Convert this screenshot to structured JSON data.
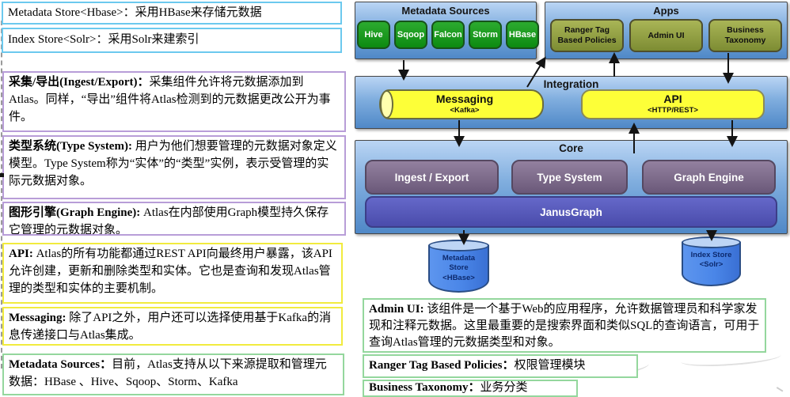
{
  "notes": [
    {
      "id": "metadata-store",
      "lead": "",
      "body": "Metadata Store<Hbase>：采用HBase来存储元数据"
    },
    {
      "id": "index-store",
      "lead": "",
      "body": "Index Store<Solr>：采用Solr来建索引"
    },
    {
      "id": "ingest-export",
      "lead": "采集/导出(Ingest/Export)：",
      "body": "采集组件允许将元数据添加到Atlas。同样，“导出”组件将Atlas检测到的元数据更改公开为事件。"
    },
    {
      "id": "type-system",
      "lead": "类型系统(Type System): ",
      "body": "用户为他们想要管理的元数据对象定义模型。Type System称为“实体”的“类型”实例，表示受管理的实际元数据对象。"
    },
    {
      "id": "graph-engine",
      "lead": "图形引擎(Graph Engine): ",
      "body": "Atlas在内部使用Graph模型持久保存它管理的元数据对象。"
    },
    {
      "id": "api",
      "lead": "API: ",
      "body": "Atlas的所有功能都通过REST API向最终用户暴露，该API允许创建，更新和删除类型和实体。它也是查询和发现Atlas管理的类型和实体的主要机制。"
    },
    {
      "id": "messaging",
      "lead": "Messaging: ",
      "body": "除了API之外，用户还可以选择使用基于Kafka的消息传递接口与Atlas集成。"
    },
    {
      "id": "metadata-sources",
      "lead": "Metadata Sources：",
      "body": "目前，Atlas支持从以下来源提取和管理元数据：HBase 、Hive、Sqoop、Storm、Kafka"
    },
    {
      "id": "admin-ui",
      "lead": "Admin UI: ",
      "body": "该组件是一个基于Web的应用程序，允许数据管理员和科学家发现和注释元数据。这里最重要的是搜索界面和类似SQL的查询语言，可用于查询Atlas管理的元数据类型和对象。"
    },
    {
      "id": "ranger",
      "lead": "Ranger Tag Based Policies：",
      "body": "权限管理模块"
    },
    {
      "id": "business-taxonomy",
      "lead": "Business Taxonomy：",
      "body": "业务分类"
    }
  ],
  "diagram": {
    "metadata_sources": {
      "title": "Metadata Sources",
      "items": [
        "Hive",
        "Sqoop",
        "Falcon",
        "Storm",
        "HBase"
      ]
    },
    "apps": {
      "title": "Apps",
      "items": [
        "Ranger Tag Based Policies",
        "Admin UI",
        "Business Taxonomy"
      ]
    },
    "integration": {
      "title": "Integration",
      "messaging": {
        "label": "Messaging",
        "sub": "<Kafka>"
      },
      "api": {
        "label": "API",
        "sub": "<HTTP/REST>"
      }
    },
    "core": {
      "title": "Core",
      "items": [
        "Ingest / Export",
        "Type System",
        "Graph Engine"
      ],
      "base": "JanusGraph"
    },
    "stores": {
      "metadata": {
        "line1": "Metadata",
        "line2": "Store",
        "line3": "<HBase>"
      },
      "index": {
        "line1": "Index Store",
        "line2": "<Solr>"
      }
    }
  },
  "colors": {
    "panel_blue": "#4f88c7",
    "chip_green": "#18a31d",
    "chip_olive": "#95a344",
    "yellow": "#fdff38",
    "chip_purple": "#7d6b8f",
    "janusgraph": "#5558bd",
    "cylinder_blue": "#4a86e8",
    "note_cyan": "#6cc9ee",
    "note_purple": "#b89dd8",
    "note_yellow": "#f1eb3e",
    "note_green": "#94d79d"
  }
}
